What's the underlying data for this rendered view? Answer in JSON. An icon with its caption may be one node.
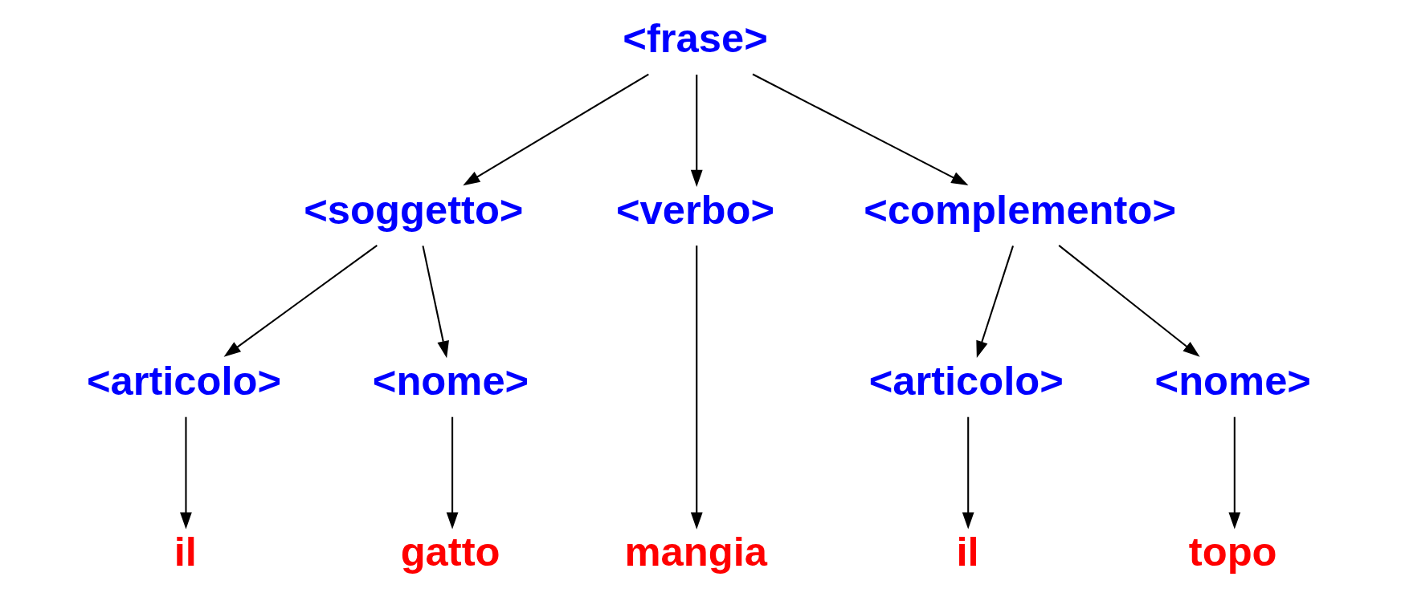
{
  "diagram": {
    "nodes": [
      {
        "text": [
          "<frase>"
        ]
      },
      {
        "text": [
          "<soggetto>"
        ]
      },
      {
        "text": [
          "<verbo>"
        ]
      },
      {
        "text": [
          "<complemento>"
        ]
      },
      {
        "text": [
          "<articolo>"
        ]
      },
      {
        "text": [
          "<nome>"
        ]
      },
      {
        "text": [
          "<articolo>"
        ]
      },
      {
        "text": [
          "<nome>"
        ]
      },
      {
        "text": [
          "il"
        ]
      },
      {
        "text": [
          "gatto"
        ]
      },
      {
        "text": [
          "mangia"
        ]
      },
      {
        "text": [
          "il"
        ]
      },
      {
        "text": [
          "topo"
        ]
      }
    ],
    "edges": [
      {
        "from": 0,
        "to": 1,
        "arrow": "to"
      },
      {
        "from": 0,
        "to": 2,
        "arrow": "to"
      },
      {
        "from": 0,
        "to": 3,
        "arrow": "to"
      },
      {
        "from": 1,
        "to": 4,
        "arrow": "to"
      },
      {
        "from": 1,
        "to": 5,
        "arrow": "to"
      },
      {
        "from": 3,
        "to": 6,
        "arrow": "to"
      },
      {
        "from": 3,
        "to": 7,
        "arrow": "to"
      },
      {
        "from": 4,
        "to": 8,
        "arrow": "to"
      },
      {
        "from": 5,
        "to": 9,
        "arrow": "to"
      },
      {
        "from": 2,
        "to": 10,
        "arrow": "to"
      },
      {
        "from": 6,
        "to": 11,
        "arrow": "to"
      },
      {
        "from": 7,
        "to": 12,
        "arrow": "to"
      }
    ]
  }
}
